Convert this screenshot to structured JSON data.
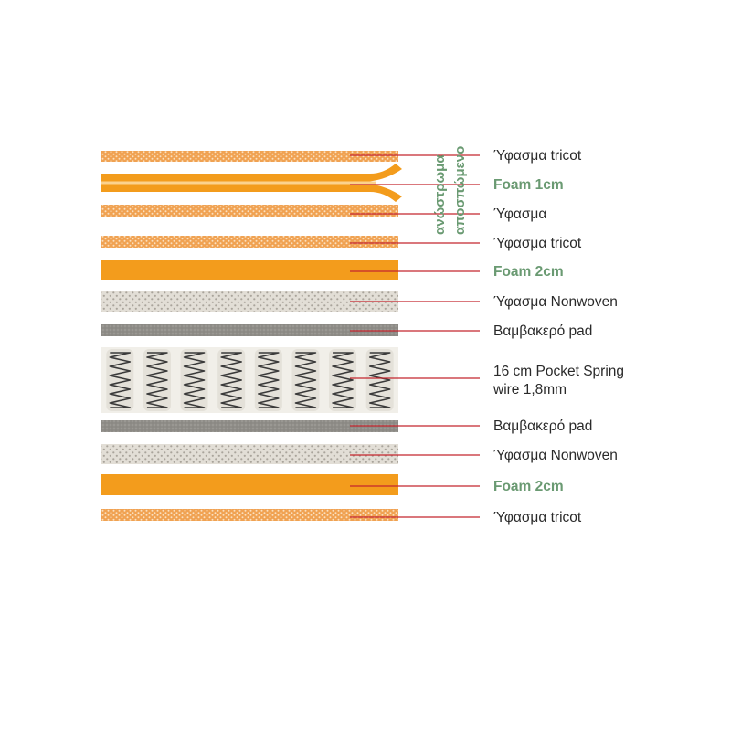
{
  "colors": {
    "tricot": "#f0a252",
    "tricot_dot": "#fbe0bf",
    "foam": "#f39c1c",
    "foam_light": "#fbd28e",
    "nonwoven": "#e2ded6",
    "nonwoven_dot": "#a9a49b",
    "pad": "#8f8d88",
    "pad_light": "#b8b5ae",
    "spring_bg": "#f1efe9",
    "spring_wire": "#3a3a3a",
    "leader": "#c4262e",
    "label_text": "#2a2a2a",
    "foam_label": "#6a9a72",
    "side_note": "#6a9a72"
  },
  "side_note": {
    "line1": "ανώστρωμα",
    "line2": "αποσπώμενο"
  },
  "layers": [
    {
      "id": "tricot-top",
      "type": "tricot",
      "label": "Ύφασμα tricot"
    },
    {
      "id": "foam-1cm",
      "type": "foam-split",
      "label": "Foam 1cm"
    },
    {
      "id": "fabric",
      "type": "tricot",
      "label": "Ύφασμα"
    },
    {
      "id": "tricot-2",
      "type": "tricot",
      "label": "Ύφασμα tricot"
    },
    {
      "id": "foam-2cm-top",
      "type": "foam",
      "label": "Foam 2cm"
    },
    {
      "id": "nonwoven-top",
      "type": "nonwoven",
      "label": "Ύφασμα Nonwoven"
    },
    {
      "id": "pad-top",
      "type": "pad",
      "label": "Βαμβακερό pad"
    },
    {
      "id": "pocket-spring",
      "type": "springs",
      "label": "16 cm Pocket Spring",
      "label2": "wire 1,8mm"
    },
    {
      "id": "pad-bottom",
      "type": "pad",
      "label": "Βαμβακερό pad"
    },
    {
      "id": "nonwoven-bottom",
      "type": "nonwoven",
      "label": "Ύφασμα Nonwoven"
    },
    {
      "id": "foam-2cm-bottom",
      "type": "foam",
      "label": "Foam 2cm"
    },
    {
      "id": "tricot-bottom",
      "type": "tricot",
      "label": "Ύφασμα tricot"
    }
  ]
}
